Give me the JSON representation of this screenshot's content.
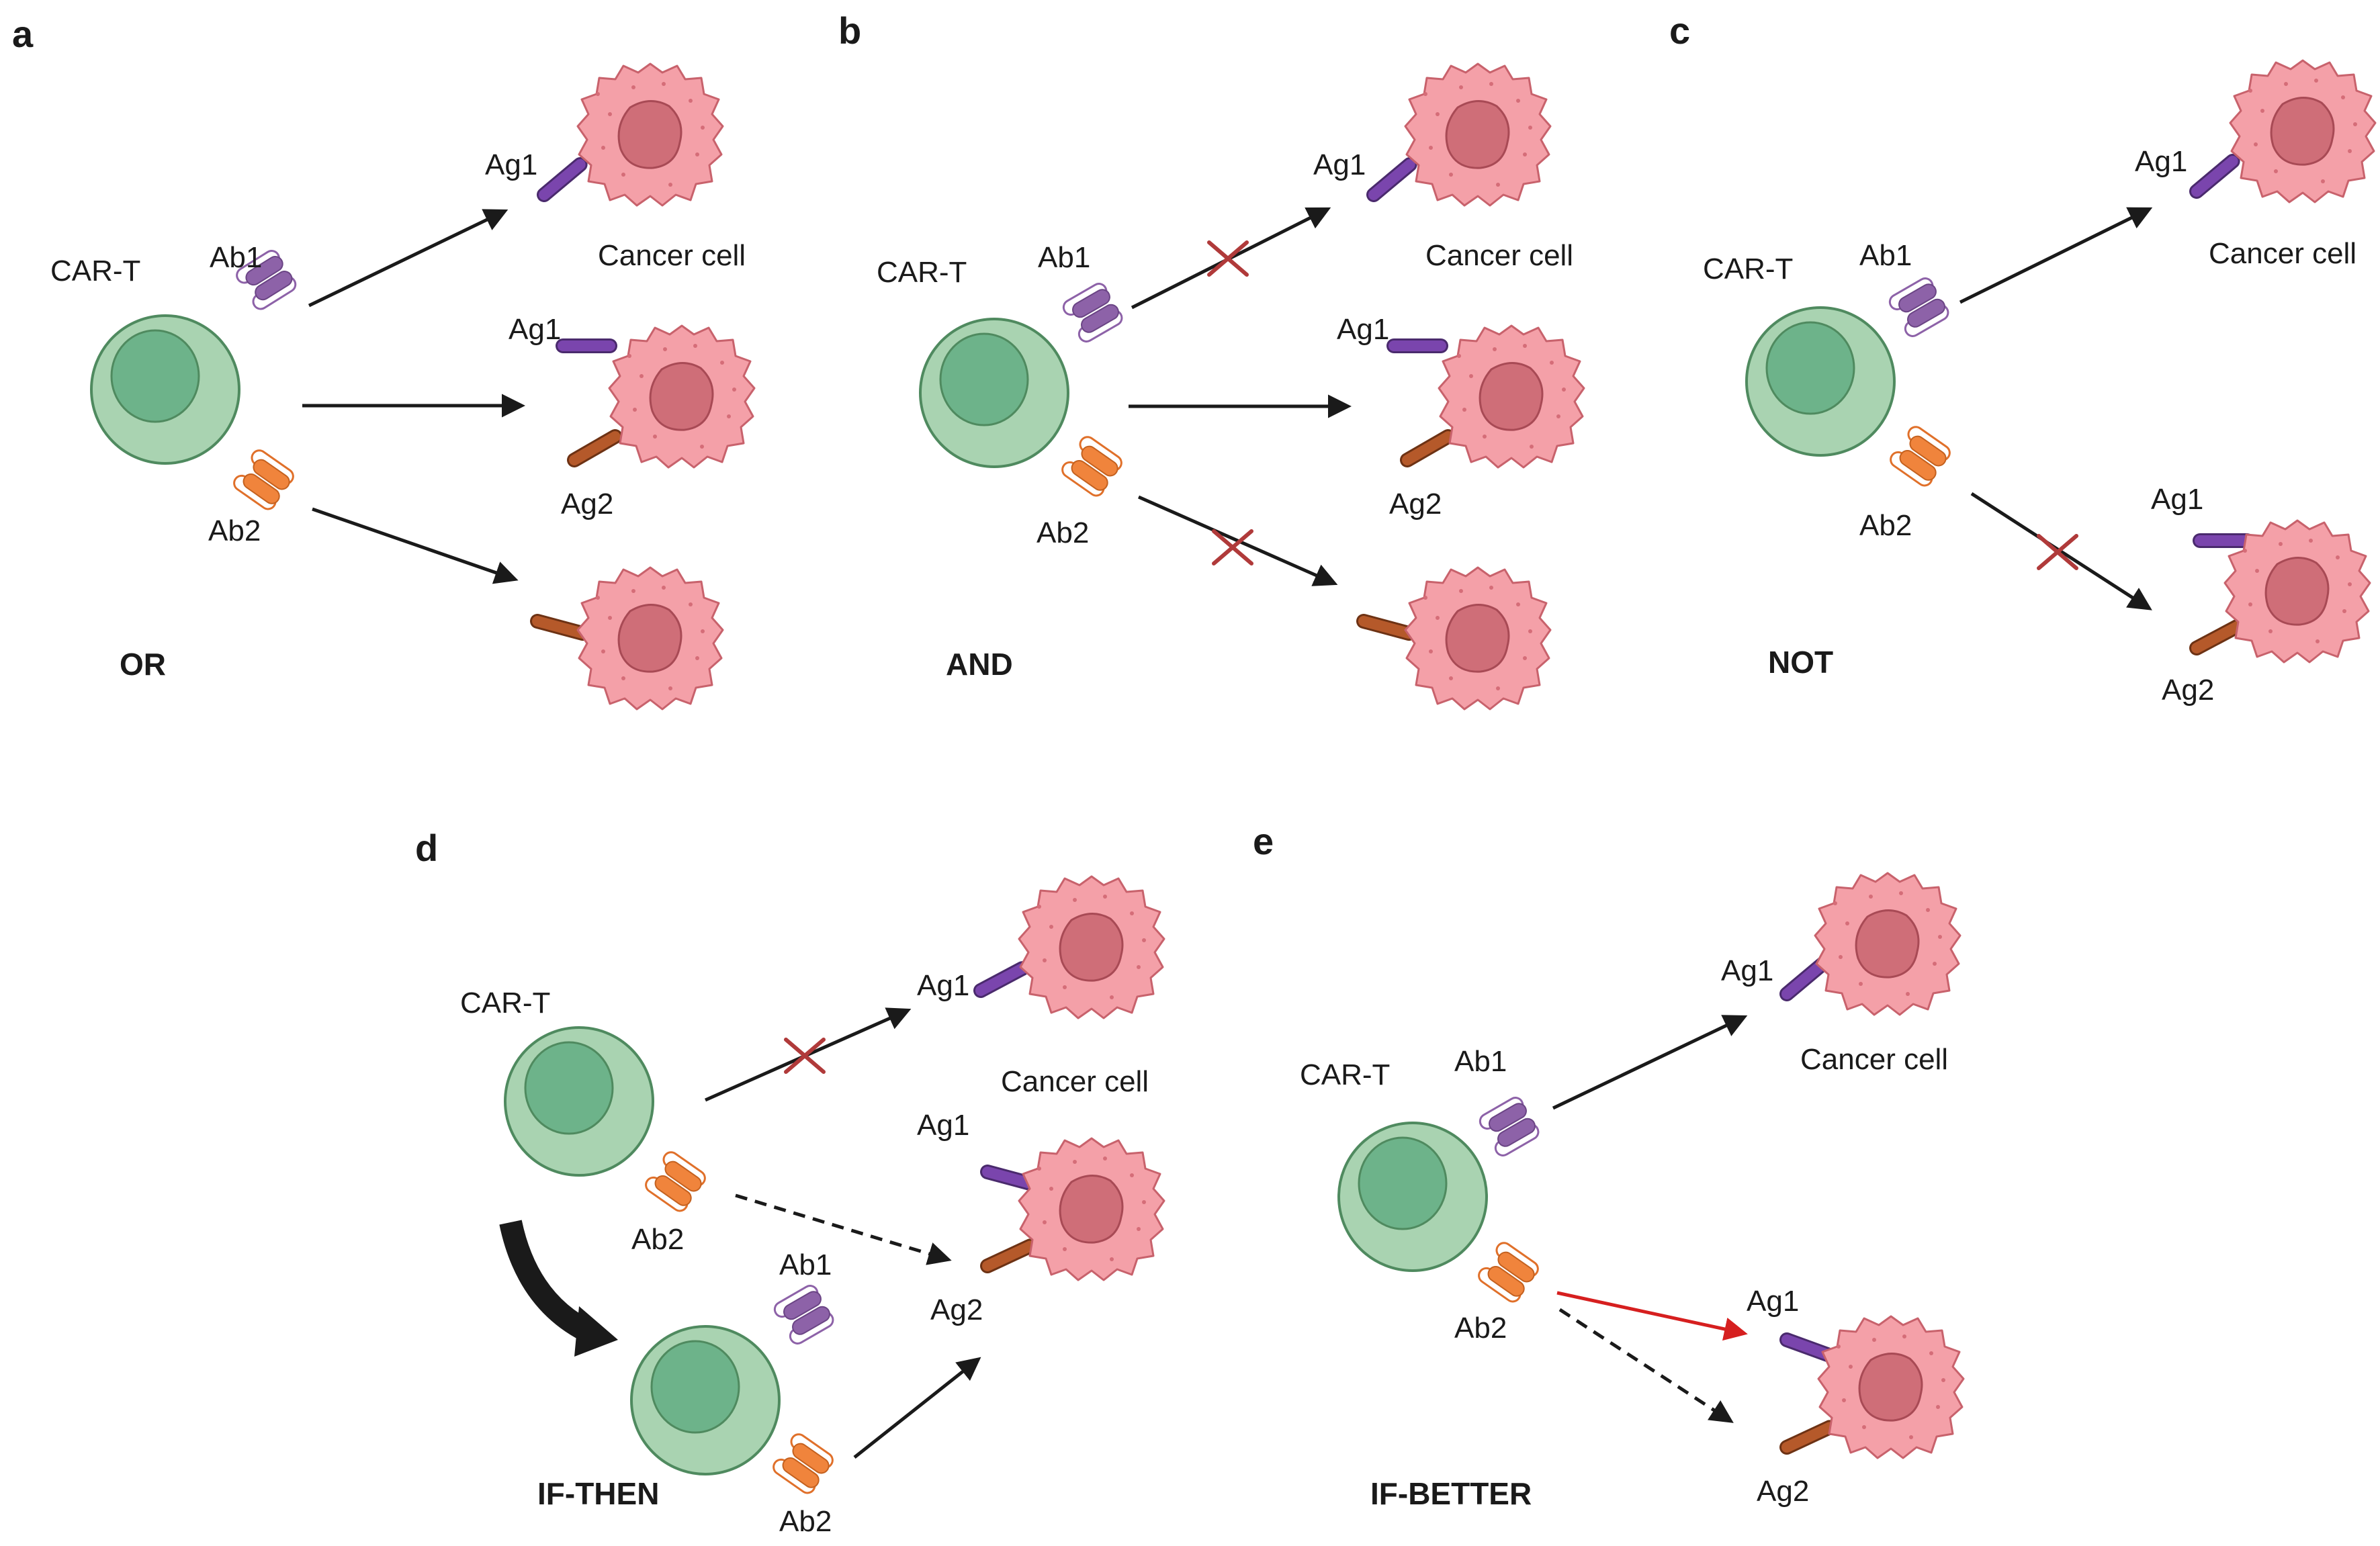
{
  "panels": {
    "a": {
      "letter": "a",
      "logic": "OR",
      "cart": "CAR-T",
      "ab1": "Ab1",
      "ab2": "Ab2",
      "ag1_top": "Ag1",
      "cancer": "Cancer cell",
      "ag1_mid": "Ag1",
      "ag2_mid": "Ag2"
    },
    "b": {
      "letter": "b",
      "logic": "AND",
      "cart": "CAR-T",
      "ab1": "Ab1",
      "ab2": "Ab2",
      "ag1_top": "Ag1",
      "cancer": "Cancer cell",
      "ag1_mid": "Ag1",
      "ag2_mid": "Ag2"
    },
    "c": {
      "letter": "c",
      "logic": "NOT",
      "cart": "CAR-T",
      "ab1": "Ab1",
      "ab2": "Ab2",
      "ag1_top": "Ag1",
      "cancer": "Cancer cell",
      "ag1_bot": "Ag1",
      "ag2_bot": "Ag2"
    },
    "d": {
      "letter": "d",
      "logic": "IF-THEN",
      "cart": "CAR-T",
      "ab2_top": "Ab2",
      "ab1_bot": "Ab1",
      "ab2_bot": "Ab2",
      "ag1_top": "Ag1",
      "cancer": "Cancer cell",
      "ag1_mid": "Ag1",
      "ag2_mid": "Ag2"
    },
    "e": {
      "letter": "e",
      "logic": "IF-BETTER",
      "cart": "CAR-T",
      "ab1": "Ab1",
      "ab2": "Ab2",
      "ag1_top": "Ag1",
      "cancer": "Cancer cell",
      "ag1_bot": "Ag1",
      "ag2_bot": "Ag2"
    }
  },
  "colors": {
    "tcell_fill": "#a9d3b1",
    "tcell_nucleus": "#6db38a",
    "cancer_fill": "#f4a0a8",
    "cancer_nucleus": "#cf6e78",
    "ab1_color": "#8d62a8",
    "ab2_color": "#f0843c",
    "ag1_color": "#7a45ad",
    "ag2_color": "#b5592a",
    "block_x": "#b03a3a",
    "preferred_arrow": "#d61f1f"
  }
}
